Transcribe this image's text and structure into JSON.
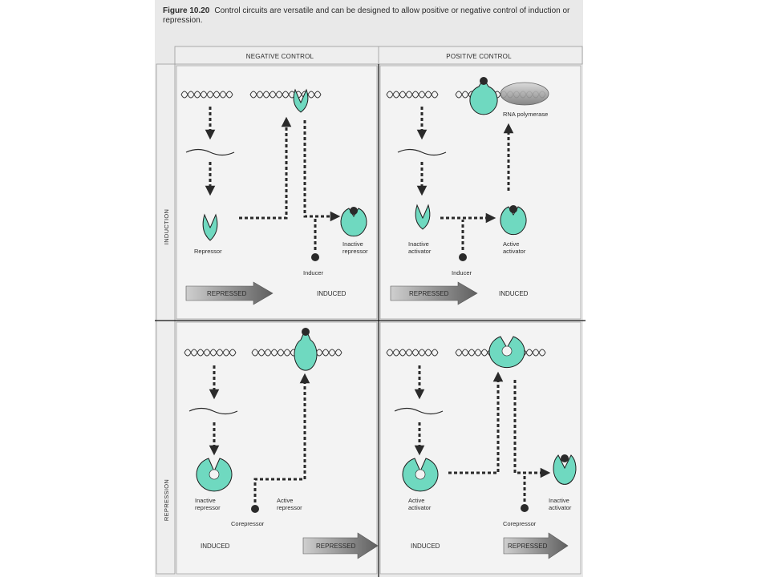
{
  "figure": {
    "number": "Figure 10.20",
    "caption_line1": "Control circuits are versatile and can be designed to allow positive or negative control of induction or",
    "caption_line2": "repression."
  },
  "headers": {
    "negative": "NEGATIVE CONTROL",
    "positive": "POSITIVE CONTROL"
  },
  "row_labels": {
    "induction": "INDUCTION",
    "repression": "REPRESSION"
  },
  "panels": {
    "neg_induction": {
      "protein_left": "Repressor",
      "protein_right_1": "Inactive",
      "protein_right_2": "repressor",
      "effector": "Inducer",
      "state_arrow": "REPRESSED",
      "state_text": "INDUCED"
    },
    "pos_induction": {
      "protein_left_1": "Inactive",
      "protein_left_2": "activator",
      "protein_right_1": "Active",
      "protein_right_2": "activator",
      "effector": "Inducer",
      "polymerase": "RNA polymerase",
      "state_arrow": "REPRESSED",
      "state_text": "INDUCED"
    },
    "neg_repression": {
      "protein_left_1": "Inactive",
      "protein_left_2": "repressor",
      "protein_right_1": "Active",
      "protein_right_2": "repressor",
      "effector": "Corepressor",
      "state_text": "INDUCED",
      "state_arrow": "REPRESSED"
    },
    "pos_repression": {
      "protein_left_1": "Active",
      "protein_left_2": "activator",
      "protein_right_1": "Inactive",
      "protein_right_2": "activator",
      "effector": "Corepressor",
      "state_text": "INDUCED",
      "state_arrow": "REPRESSED"
    }
  },
  "colors": {
    "protein_fill": "#6fd9c0",
    "protein_stroke": "#1e1e1e",
    "scan_background": "#e9e9e9",
    "panel_background": "#f3f3f3",
    "arrow_dark": "#4a4a4a",
    "arrow_light": "#9a9a9a"
  }
}
